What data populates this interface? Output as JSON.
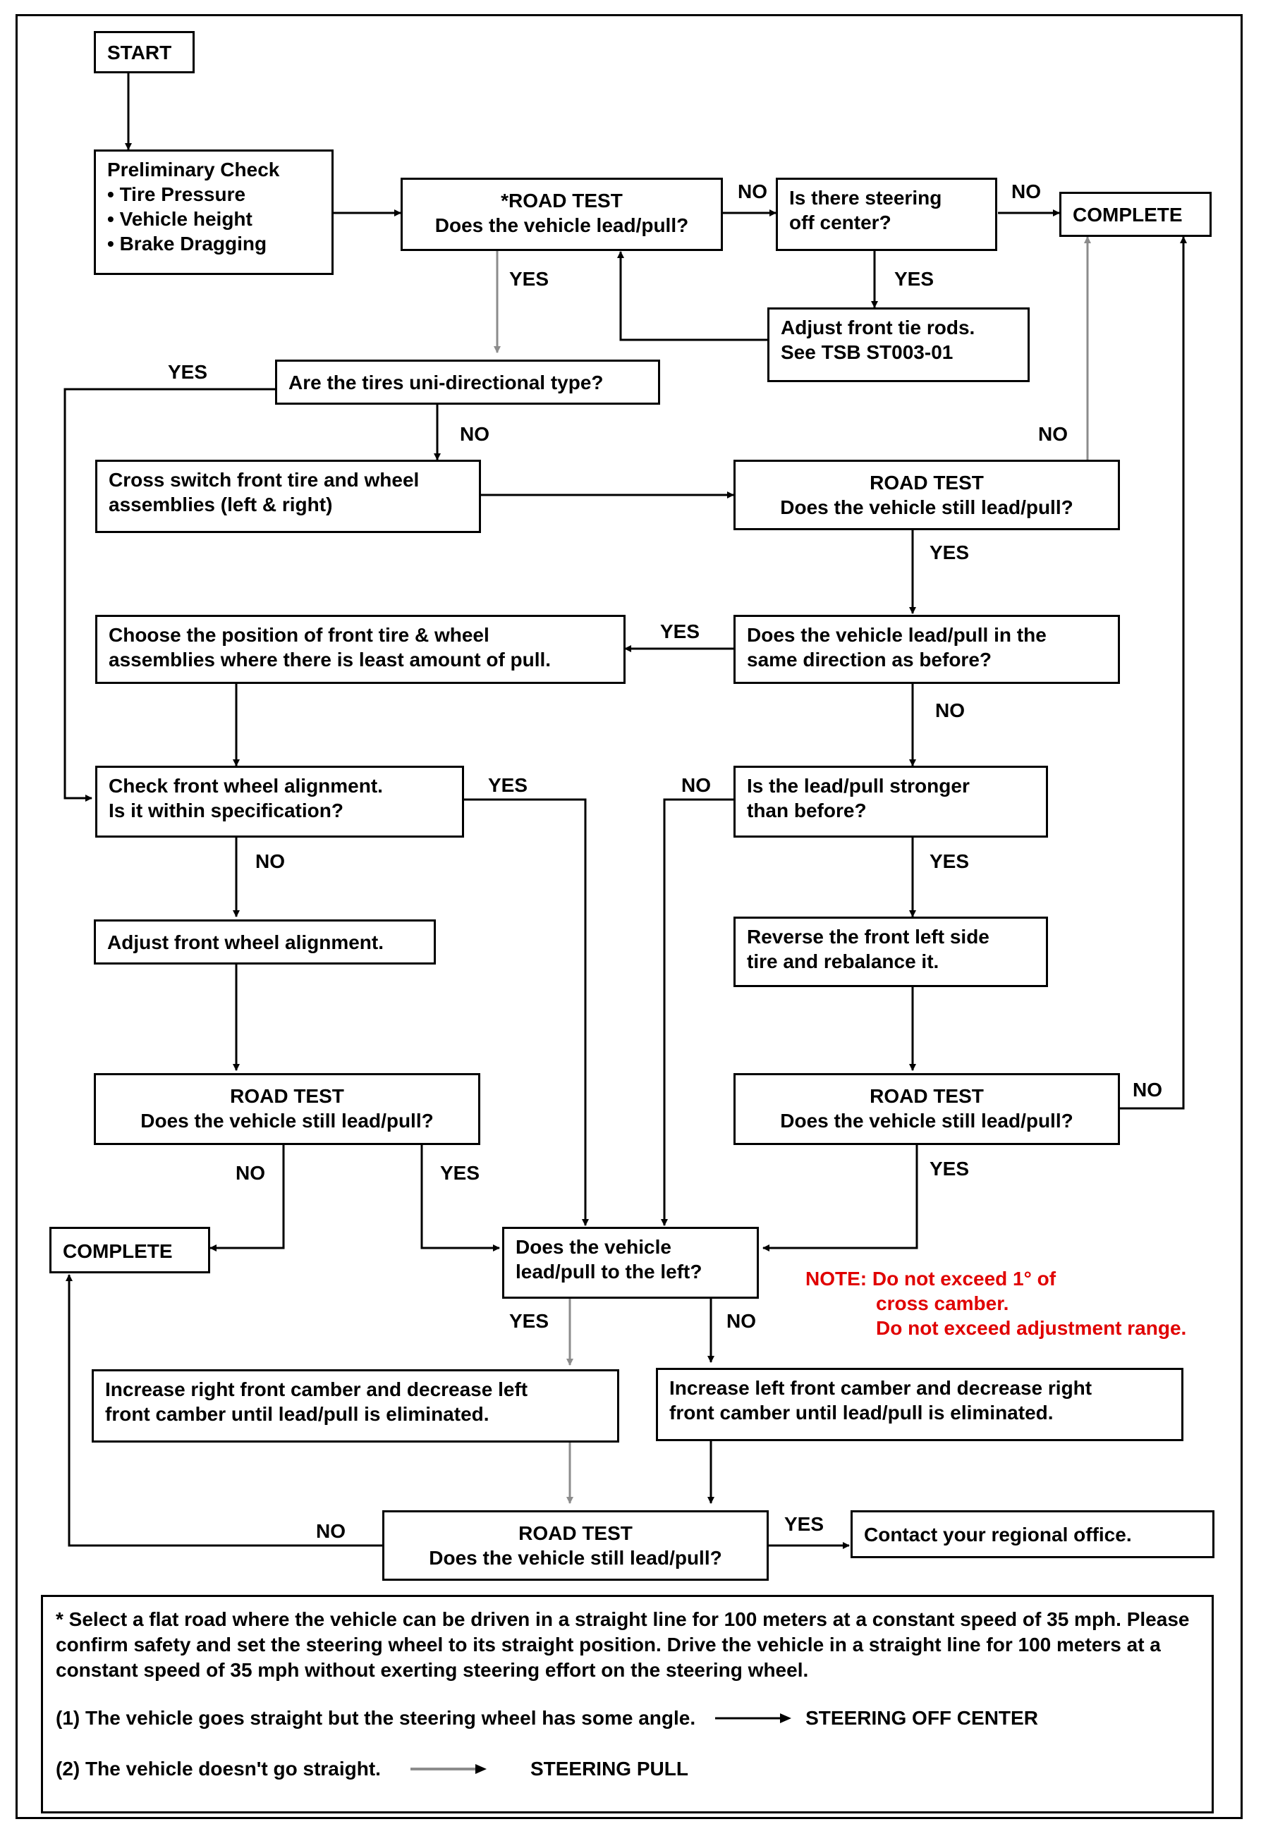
{
  "nodes": {
    "start": {
      "lines": [
        "START"
      ]
    },
    "preliminary": {
      "lines": [
        "Preliminary Check",
        "• Tire Pressure",
        "• Vehicle height",
        "• Brake Dragging"
      ]
    },
    "road_test_1": {
      "lines": [
        "*ROAD TEST",
        "Does the vehicle lead/pull?"
      ]
    },
    "steering_off_center": {
      "lines": [
        "Is there steering",
        "off center?"
      ]
    },
    "complete_top": {
      "lines": [
        "COMPLETE"
      ]
    },
    "adjust_tie_rods": {
      "lines": [
        "Adjust front tie rods.",
        "See TSB ST003-01"
      ]
    },
    "uni_directional": {
      "lines": [
        "Are the tires uni-directional type?"
      ]
    },
    "cross_switch": {
      "lines": [
        "Cross switch front tire and wheel",
        "assemblies (left & right)"
      ]
    },
    "road_test_2": {
      "lines": [
        "ROAD TEST",
        "Does the vehicle still lead/pull?"
      ]
    },
    "choose_position": {
      "lines": [
        "Choose the position of front tire & wheel",
        "assemblies where there is least amount of pull."
      ]
    },
    "same_direction": {
      "lines": [
        "Does the vehicle lead/pull in the",
        "same direction as before?"
      ]
    },
    "check_alignment": {
      "lines": [
        "Check front wheel alignment.",
        "Is it within specification?"
      ]
    },
    "stronger": {
      "lines": [
        "Is the lead/pull stronger",
        "than before?"
      ]
    },
    "adjust_alignment": {
      "lines": [
        "Adjust front wheel alignment."
      ]
    },
    "reverse_tire": {
      "lines": [
        "Reverse the front left side",
        "tire and rebalance it."
      ]
    },
    "road_test_3": {
      "lines": [
        "ROAD TEST",
        "Does the vehicle still lead/pull?"
      ]
    },
    "road_test_4": {
      "lines": [
        "ROAD TEST",
        "Does the vehicle still lead/pull?"
      ]
    },
    "complete_left": {
      "lines": [
        "COMPLETE"
      ]
    },
    "lead_left": {
      "lines": [
        "Does the vehicle",
        "lead/pull to the left?"
      ]
    },
    "increase_right": {
      "lines": [
        "Increase right front camber and decrease left",
        "front camber until lead/pull is eliminated."
      ]
    },
    "increase_left": {
      "lines": [
        "Increase left front camber and decrease right",
        "front camber until lead/pull is eliminated."
      ]
    },
    "road_test_5": {
      "lines": [
        "ROAD TEST",
        "Does the vehicle still lead/pull?"
      ]
    },
    "contact_office": {
      "lines": [
        "Contact your regional office."
      ]
    }
  },
  "labels": {
    "no": "NO",
    "yes": "YES"
  },
  "note": {
    "lines": [
      "NOTE: Do not exceed 1° of",
      "cross camber.",
      "Do not exceed adjustment range."
    ],
    "color": "#e00000"
  },
  "footnote": {
    "text": "* Select a flat road where the vehicle can be driven in a straight line for 100 meters at a constant speed of 35 mph. Please confirm safety and set the steering wheel to its straight position. Drive the vehicle in a straight line for 100 meters at a constant speed of 35 mph without exerting steering effort on the steering wheel.",
    "legend_1_text": "(1) The vehicle goes straight but the steering wheel has some angle.",
    "legend_1_target": "STEERING OFF CENTER",
    "legend_1_color": "#000000",
    "legend_2_text": "(2) The vehicle doesn't go straight.",
    "legend_2_target": "STEERING PULL",
    "legend_2_color": "#8c8c8c"
  },
  "colors": {
    "off_center_path": "#000000",
    "pull_path": "#8c8c8c",
    "note": "#e00000"
  }
}
